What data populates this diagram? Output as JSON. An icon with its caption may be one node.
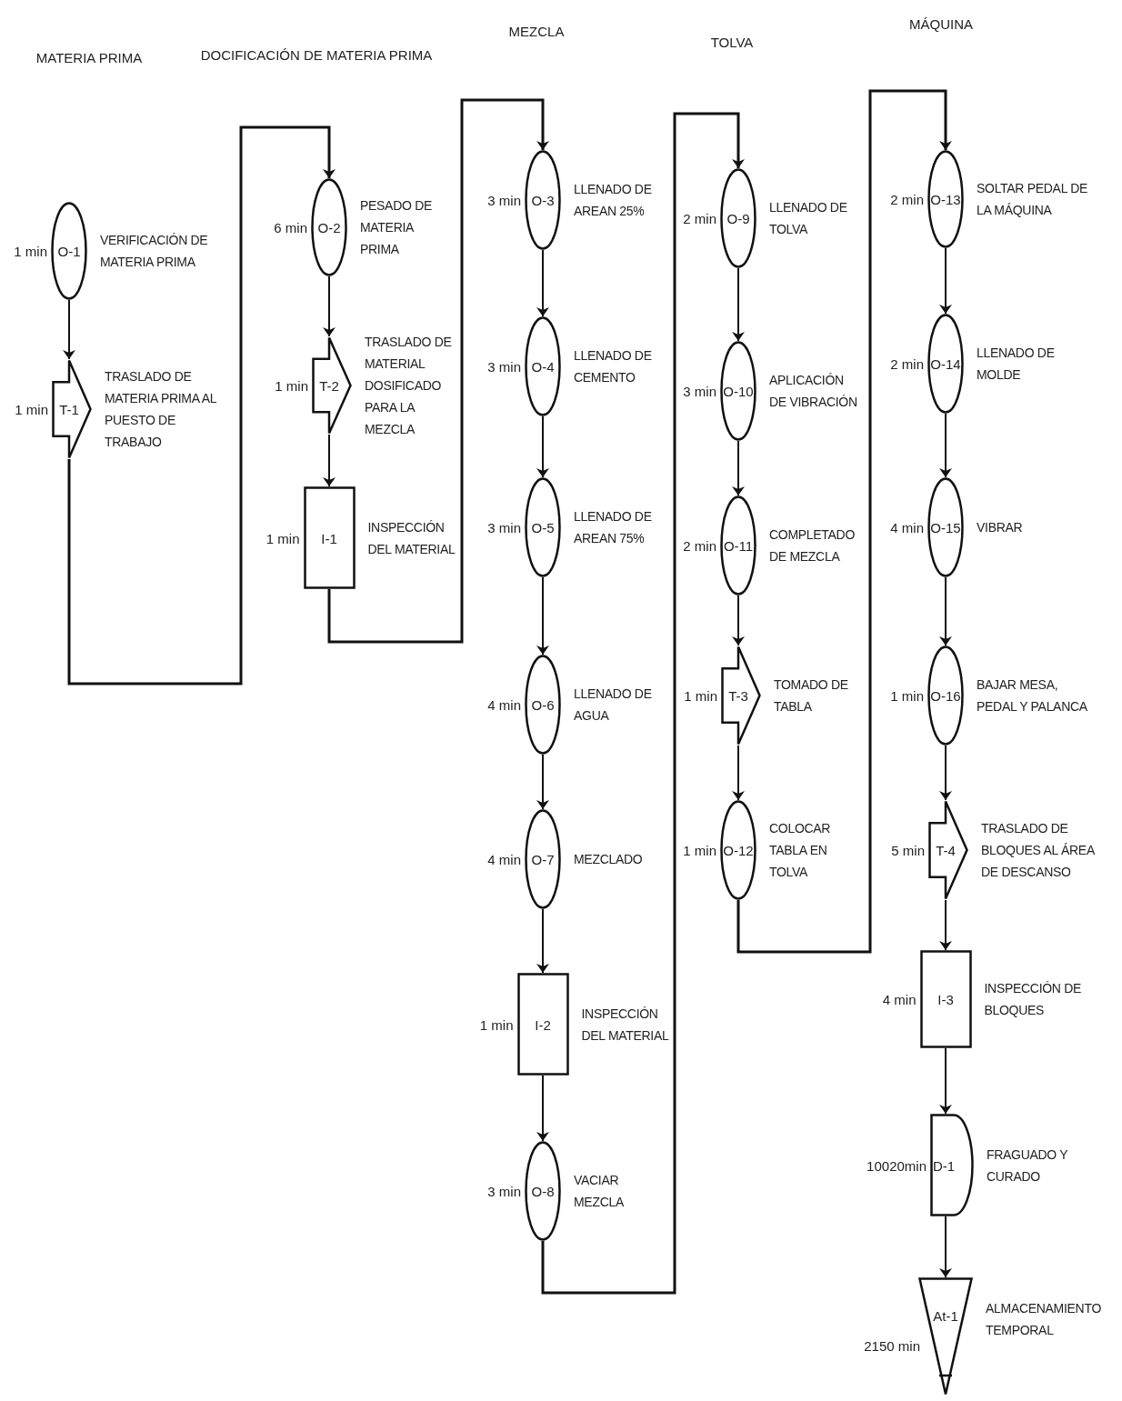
{
  "diagram": {
    "nodes": [
      {
        "text": [
          "O-1"
        ],
        "beside": [
          "1 min",
          "VERIFICACIÓN DE MATERIA PRIMA"
        ]
      },
      {
        "text": [
          "T-1"
        ],
        "beside": [
          "1 min",
          "TRASLADO DE MATERIA PRIMA AL PUESTO DE TRABAJO"
        ]
      },
      {
        "text": [
          "O-2"
        ],
        "beside": [
          "6 min",
          "PESADO DE MATERIA PRIMA"
        ]
      },
      {
        "text": [
          "T-2"
        ],
        "beside": [
          "1 min",
          "TRASLADO DE MATERIAL DOSIFICADO PARA LA MEZCLA"
        ]
      },
      {
        "text": [
          "I-1"
        ],
        "beside": [
          "1 min",
          "INSPECCIÓN DEL MATERIAL"
        ]
      },
      {
        "text": [
          "O-3"
        ],
        "beside": [
          "3 min",
          "LLENADO DE AREAN 25%"
        ]
      },
      {
        "text": [
          "O-4"
        ],
        "beside": [
          "3 min",
          "LLENADO DE CEMENTO"
        ]
      },
      {
        "text": [
          "O-5"
        ],
        "beside": [
          "3 min",
          "LLENADO DE AREAN 75%"
        ]
      },
      {
        "text": [
          "O-6"
        ],
        "beside": [
          "4 min",
          "LLENADO DE AGUA"
        ]
      },
      {
        "text": [
          "O-7"
        ],
        "beside": [
          "4 min",
          "MEZCLADO"
        ]
      },
      {
        "text": [
          "I-2"
        ],
        "beside": [
          "1 min",
          "INSPECCIÓN DEL MATERIAL"
        ]
      },
      {
        "text": [
          "O-8"
        ],
        "beside": [
          "3 min",
          "VACIAR MEZCLA"
        ]
      },
      {
        "text": [
          "O-9"
        ],
        "beside": [
          "2 min",
          "LLENADO DE TOLVA"
        ]
      },
      {
        "text": [
          "O-10"
        ],
        "beside": [
          "3 min",
          "APLICACIÓN DE VIBRACIÓN"
        ]
      },
      {
        "text": [
          "O-11"
        ],
        "beside": [
          "2 min",
          "COMPLETADO DE MEZCLA"
        ]
      },
      {
        "text": [
          "T-3"
        ],
        "beside": [
          "1 min",
          "TOMADO DE TABLA"
        ]
      },
      {
        "text": [
          "O-12"
        ],
        "beside": [
          "1 min",
          "COLOCAR TABLA EN TOLVA"
        ]
      },
      {
        "text": [
          "O-13"
        ],
        "beside": [
          "2 min",
          "SOLTAR PEDAL DE LA MÁQUINA"
        ]
      },
      {
        "text": [
          "O-14"
        ],
        "beside": [
          "2 min",
          "LLENADO DE MOLDE"
        ]
      },
      {
        "text": [
          "O-15"
        ],
        "beside": [
          "4 min",
          "VIBRAR"
        ]
      },
      {
        "text": [
          "O-16"
        ],
        "beside": [
          "1 min",
          "BAJAR MESA, PEDAL Y PALANCA"
        ]
      },
      {
        "text": [
          "T-4"
        ],
        "beside": [
          "5 min",
          "TRASLADO DE BLOQUES AL ÁREA DE DESCANSO"
        ]
      },
      {
        "text": [
          "I-3"
        ],
        "beside": [
          "4 min",
          "INSPECCIÓN DE BLOQUES"
        ]
      },
      {
        "text": [
          "D-1"
        ],
        "beside": [
          "10020min",
          "FRAGUADO Y CURADO"
        ]
      },
      {
        "text": [
          "At-1"
        ],
        "beside": [
          "2150 min",
          "ALMACENAMIENTO TEMPORAL"
        ]
      }
    ],
    "edges": [
      {
        "from": 0,
        "to": 1,
        "arrow": "to"
      },
      {
        "from": 1,
        "to": 2,
        "arrow": "to"
      },
      {
        "from": 2,
        "to": 3,
        "arrow": "to"
      },
      {
        "from": 3,
        "to": 4,
        "arrow": "to"
      },
      {
        "from": 4,
        "to": 5,
        "arrow": "to"
      },
      {
        "from": 5,
        "to": 6,
        "arrow": "to"
      },
      {
        "from": 6,
        "to": 7,
        "arrow": "to"
      },
      {
        "from": 7,
        "to": 8,
        "arrow": "to"
      },
      {
        "from": 8,
        "to": 9,
        "arrow": "to"
      },
      {
        "from": 9,
        "to": 10,
        "arrow": "to"
      },
      {
        "from": 10,
        "to": 11,
        "arrow": "to"
      },
      {
        "from": 11,
        "to": 12,
        "arrow": "to"
      },
      {
        "from": 12,
        "to": 13,
        "arrow": "to"
      },
      {
        "from": 13,
        "to": 14,
        "arrow": "to"
      },
      {
        "from": 14,
        "to": 15,
        "arrow": "to"
      },
      {
        "from": 15,
        "to": 16,
        "arrow": "to"
      },
      {
        "from": 16,
        "to": 17,
        "arrow": "to"
      },
      {
        "from": 17,
        "to": 18,
        "arrow": "to"
      },
      {
        "from": 18,
        "to": 19,
        "arrow": "to"
      },
      {
        "from": 19,
        "to": 20,
        "arrow": "to"
      },
      {
        "from": 20,
        "to": 21,
        "arrow": "to"
      },
      {
        "from": 21,
        "to": 22,
        "arrow": "to"
      },
      {
        "from": 22,
        "to": 23,
        "arrow": "to"
      },
      {
        "from": 23,
        "to": 24,
        "arrow": "to"
      }
    ],
    "labels": [
      "MÁQUINA",
      "MEZCLA",
      "TOLVA",
      "MATERIA PRIMA",
      "DOCIFICACIÓN DE MATERIA PRIMA"
    ]
  }
}
